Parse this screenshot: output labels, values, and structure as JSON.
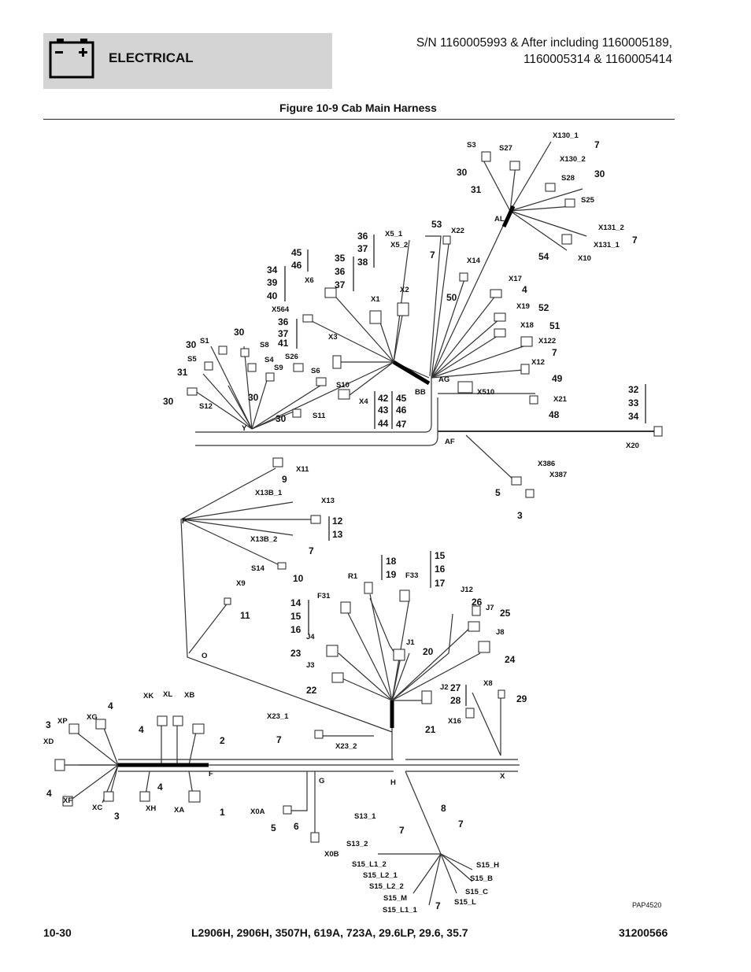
{
  "header": {
    "section": "ELECTRICAL",
    "serial_line1": "S/N 1160005993 & After including 1160005189,",
    "serial_line2": "1160005314 & 1160005414"
  },
  "figure_title": "Figure 10-9 Cab Main Harness",
  "icon": "battery-icon",
  "drawing_code": "PAP4520",
  "footer": {
    "page": "10-30",
    "models": "L2906H, 2906H, 3507H, 619A, 723A, 29.6LP, 29.6, 35.7",
    "part_number": "31200566"
  },
  "labels": {
    "S3": "S3",
    "S27": "S27",
    "X130_1": "X130_1",
    "X130_2": "X130_2",
    "S28": "S28",
    "S25": "S25",
    "AL": "AL",
    "X131_2": "X131_2",
    "X131_1": "X131_1",
    "X10": "X10",
    "X22": "X22",
    "X5_1": "X5_1",
    "X5_2": "X5_2",
    "X14": "X14",
    "X17": "X17",
    "X19": "X19",
    "X18": "X18",
    "X122": "X122",
    "X12": "X12",
    "X6": "X6",
    "X564": "X564",
    "X1": "X1",
    "X2": "X2",
    "X3": "X3",
    "S1": "S1",
    "S8": "S8",
    "S5": "S5",
    "S4": "S4",
    "S9": "S9",
    "S26": "S26",
    "S6": "S6",
    "S10": "S10",
    "X4": "X4",
    "S11": "S11",
    "S12": "S12",
    "Y": "Y",
    "BB": "BB",
    "AG": "AG",
    "X510": "X510",
    "X21": "X21",
    "AF": "AF",
    "X20": "X20",
    "X386": "X386",
    "X387": "X387",
    "X11": "X11",
    "X13B_1": "X13B_1",
    "X13": "X13",
    "P": "P",
    "X13B_2": "X13B_2",
    "S14": "S14",
    "X9": "X9",
    "O": "O",
    "R1": "R1",
    "F33": "F33",
    "F31": "F31",
    "J12": "J12",
    "J7": "J7",
    "J8": "J8",
    "J4": "J4",
    "J1": "J1",
    "J3": "J3",
    "J2": "J2",
    "X8": "X8",
    "X16": "X16",
    "XK": "XK",
    "XL": "XL",
    "XB": "XB",
    "XP": "XP",
    "XG": "XG",
    "XD": "XD",
    "X23_1": "X23_1",
    "X23_2": "X23_2",
    "F": "F",
    "G": "G",
    "H": "H",
    "X": "X",
    "XF": "XF",
    "XC": "XC",
    "XH": "XH",
    "XA": "XA",
    "X0A": "X0A",
    "X0B": "X0B",
    "S13_1": "S13_1",
    "S13_2": "S13_2",
    "S15_L1_2": "S15_L1_2",
    "S15_L2_1": "S15_L2_1",
    "S15_L2_2": "S15_L2_2",
    "S15_M": "S15_M",
    "S15_L1_1": "S15_L1_1",
    "S15_H": "S15_H",
    "S15_B": "S15_B",
    "S15_C": "S15_C",
    "S15_L": "S15_L"
  },
  "callouts": {
    "c7a": "7",
    "c30a": "30",
    "c31a": "31",
    "c30b": "30",
    "c53": "53",
    "c7b": "7",
    "c54": "54",
    "c7c": "7",
    "c50": "50",
    "c4a": "4",
    "c52": "52",
    "c51": "51",
    "c7d": "7",
    "c49": "49",
    "c48": "48",
    "c36a": "36",
    "c37a": "37",
    "c38": "38",
    "c35": "35",
    "c36b": "36",
    "c37b": "37",
    "c45a": "45",
    "c46a": "46",
    "c34a": "34",
    "c39": "39",
    "c40": "40",
    "c36c": "36",
    "c37c": "37",
    "c41": "41",
    "c30c": "30",
    "c30d": "30",
    "c31b": "31",
    "c30e": "30",
    "c30f": "30",
    "c30g": "30",
    "c42": "42",
    "c43": "43",
    "c44": "44",
    "c45b": "45",
    "c46b": "46",
    "c47": "47",
    "c32": "32",
    "c33": "33",
    "c34b": "34",
    "c5a": "5",
    "c3a": "3",
    "c9": "9",
    "c12": "12",
    "c13": "13",
    "c7e": "7",
    "c10": "10",
    "c11": "11",
    "c18": "18",
    "c19": "19",
    "c15": "15",
    "c16a": "16",
    "c17": "17",
    "c14": "14",
    "c15b": "15",
    "c16b": "16",
    "c26": "26",
    "c25": "25",
    "c24": "24",
    "c23": "23",
    "c20": "20",
    "c22": "22",
    "c27": "27",
    "c28": "28",
    "c29": "29",
    "c21": "21",
    "c4b": "4",
    "c4c": "4",
    "c2": "2",
    "c3b": "3",
    "c7f": "7",
    "c4d": "4",
    "c4e": "4",
    "c3c": "3",
    "c1": "1",
    "c5b": "5",
    "c6": "6",
    "c8": "8",
    "c7g": "7",
    "c7h": "7",
    "c7i": "7"
  }
}
